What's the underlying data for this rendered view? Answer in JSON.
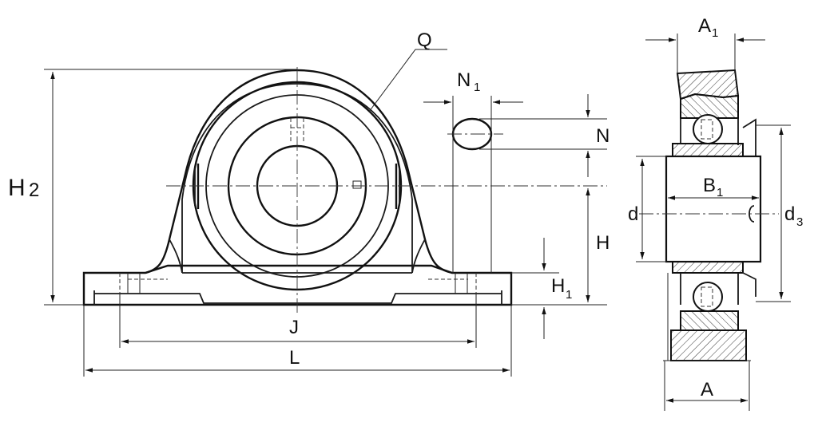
{
  "labels": {
    "Q": "Q",
    "N1": "N",
    "N1_sub": "1",
    "N": "N",
    "H2": "H",
    "H2_sub": "2",
    "H": "H",
    "H1": "H",
    "H1_sub": "1",
    "J": "J",
    "L": "L",
    "A1": "A",
    "A1_sub": "1",
    "B1": "B",
    "B1_sub": "1",
    "d": "d",
    "d3": "d",
    "d3_sub": "3",
    "A": "A"
  }
}
